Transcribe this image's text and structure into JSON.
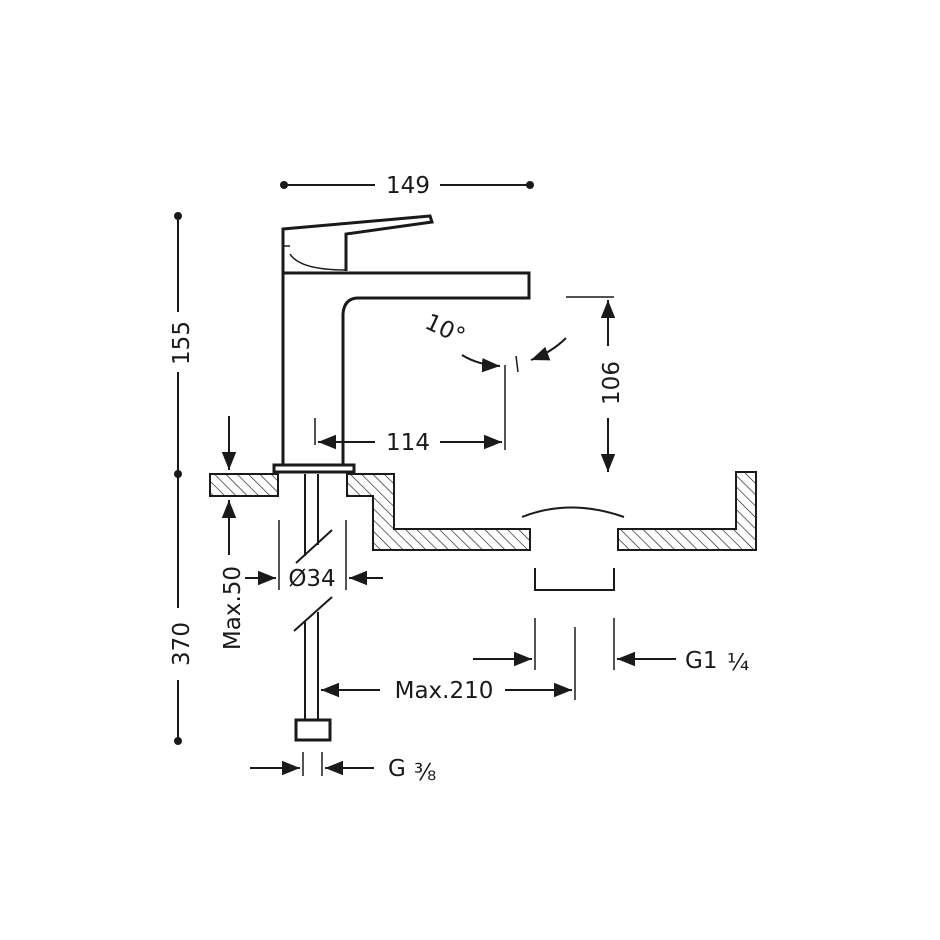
{
  "dimensions": {
    "width_149": "149",
    "height_155": "155",
    "height_370": "370",
    "clearance_106": "106",
    "reach_114": "114",
    "angle_10": "10°",
    "diameter_34": "Ø34",
    "max_50": "Max.50",
    "max_210": "Max.210",
    "waste_thread": "G1",
    "waste_thread_fraction": "¼",
    "supply_thread": "G",
    "supply_thread_fraction": "⅜"
  }
}
